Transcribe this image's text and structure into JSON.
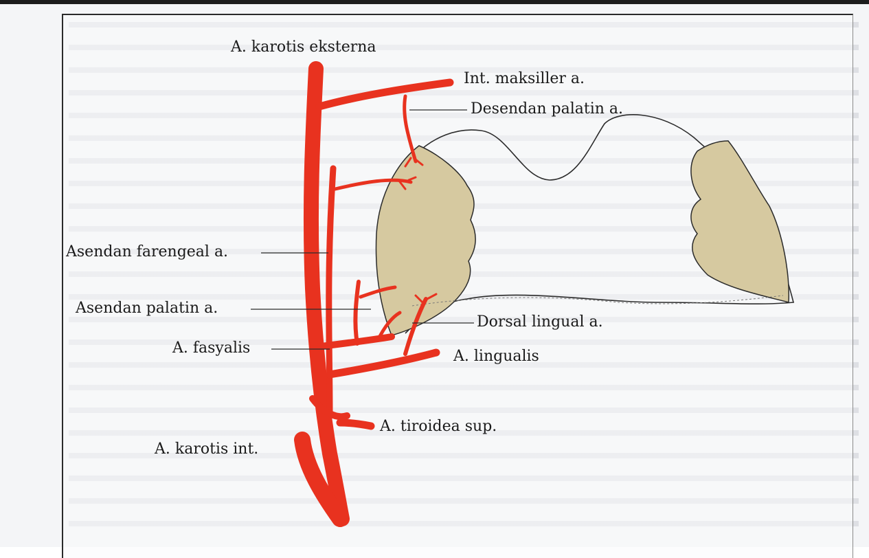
{
  "labels": {
    "karotis_eksterna": "A. karotis eksterna",
    "int_maksiller": "Int. maksiller a.",
    "desendan_palatin": "Desendan palatin a.",
    "asendan_farengeal": "Asendan farengeal a.",
    "asendan_palatin": "Asendan palatin a.",
    "dorsal_lingual": "Dorsal lingual a.",
    "fasyalis": "A. fasyalis",
    "lingualis": "A. lingualis",
    "tiroidea_sup": "A. tiroidea sup.",
    "karotis_int": "A. karotis int."
  },
  "colors": {
    "artery": "#e8321f",
    "tonsil": "#d6c9a0",
    "outline": "#2b2b2b"
  }
}
